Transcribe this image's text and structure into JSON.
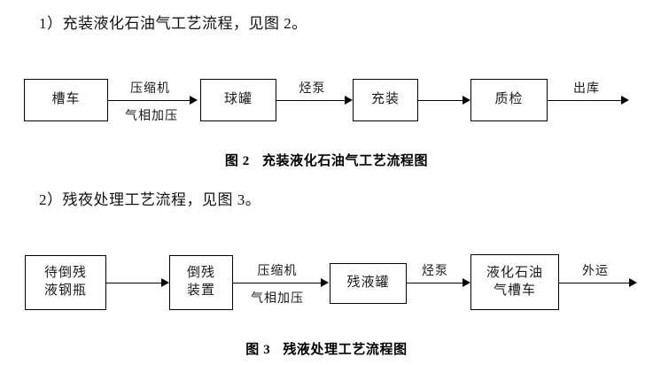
{
  "document": {
    "background_color": "#ffffff",
    "text_color": "#000000"
  },
  "paragraphs": [
    {
      "id": "p1",
      "text": "1）充装液化石油气工艺流程，见图 2。"
    },
    {
      "id": "p2",
      "text": "2）残夜处理工艺流程，见图 3。"
    }
  ],
  "figures": [
    {
      "number": "图 2",
      "caption": "充装液化石油气工艺流程图",
      "nodes": [
        {
          "lines": [
            "槽车"
          ]
        },
        {
          "lines": [
            "球罐"
          ]
        },
        {
          "lines": [
            "充装"
          ]
        },
        {
          "lines": [
            "质检"
          ]
        }
      ],
      "edges": [
        {
          "label_top": "压缩机",
          "label_bottom": "气相加压"
        },
        {
          "label_top": "烃泵",
          "label_bottom": ""
        },
        {
          "label_top": "",
          "label_bottom": ""
        },
        {
          "label_top": "",
          "label_bottom": ""
        },
        {
          "label_top": "出库",
          "label_bottom": ""
        }
      ]
    },
    {
      "number": "图 3",
      "caption": "残液处理工艺流程图",
      "nodes": [
        {
          "lines": [
            "待倒残",
            "液钢瓶"
          ]
        },
        {
          "lines": [
            "倒残",
            "装置"
          ]
        },
        {
          "lines": [
            "残液罐"
          ]
        },
        {
          "lines": [
            "液化石油",
            "气槽车"
          ]
        }
      ],
      "edges": [
        {
          "label_top": "",
          "label_bottom": ""
        },
        {
          "label_top": "压缩机",
          "label_bottom": "气相加压"
        },
        {
          "label_top": "烃泵",
          "label_bottom": ""
        },
        {
          "label_top": "外运",
          "label_bottom": ""
        }
      ]
    }
  ]
}
